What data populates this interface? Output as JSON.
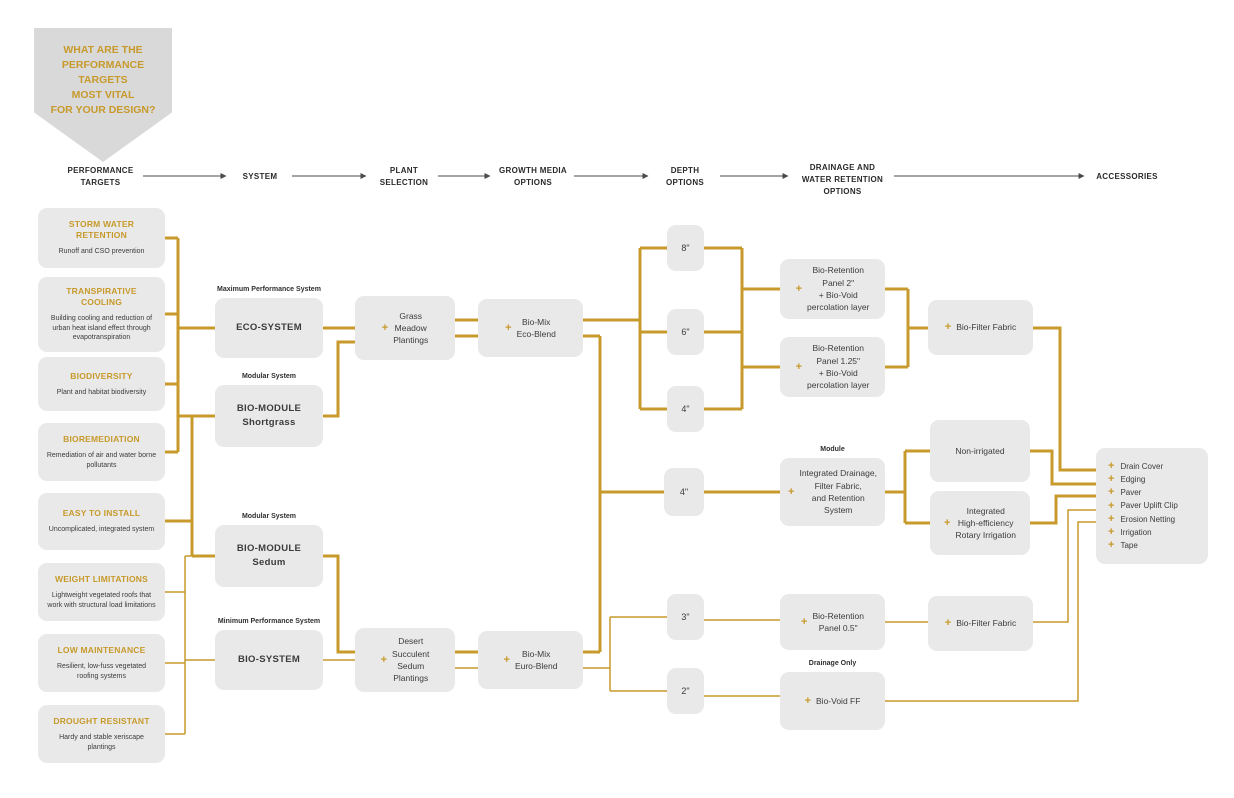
{
  "palette": {
    "gold": "#C79A2B",
    "box_gray": "#E9E9E9",
    "arrow_gray": "#D9D9D9",
    "text_dark": "#3C3C3C"
  },
  "plus_icon": "+",
  "intro": {
    "question": "WHAT ARE THE\nPERFORMANCE\nTARGETS\nMOST VITAL\nFOR YOUR DESIGN?"
  },
  "headers": {
    "performance": "PERFORMANCE\nTARGETS",
    "system": "SYSTEM",
    "plant": "PLANT\nSELECTION",
    "media": "GROWTH MEDIA\nOPTIONS",
    "depth": "DEPTH\nOPTIONS",
    "drainage": "DRAINAGE AND\nWATER RETENTION\nOPTIONS",
    "accessories": "ACCESSORIES"
  },
  "targets": [
    {
      "title": "STORM WATER\nRETENTION",
      "desc": "Runoff and CSO prevention"
    },
    {
      "title": "TRANSPIRATIVE\nCOOLING",
      "desc": "Building cooling and reduction of urban heat island effect through evapotranspiration"
    },
    {
      "title": "BIODIVERSITY",
      "desc": "Plant and habitat biodiversity"
    },
    {
      "title": "BIOREMEDIATION",
      "desc": "Remediation of air and water borne pollutants"
    },
    {
      "title": "EASY TO INSTALL",
      "desc": "Uncomplicated, integrated system"
    },
    {
      "title": "WEIGHT LIMITATIONS",
      "desc": "Lightweight vegetated roofs that work with structural load limitations"
    },
    {
      "title": "LOW MAINTENANCE",
      "desc": "Resilient, low-fuss vegetated roofing systems"
    },
    {
      "title": "DROUGHT RESISTANT",
      "desc": "Hardy and stable xeriscape plantings"
    }
  ],
  "systems": [
    {
      "tag": "Maximum Performance System",
      "name": "ECO-SYSTEM"
    },
    {
      "tag": "Modular System",
      "name": "BIO-MODULE\nShortgrass"
    },
    {
      "tag": "Modular System",
      "name": "BIO-MODULE\nSedum"
    },
    {
      "tag": "Minimum Performance System",
      "name": "BIO-SYSTEM"
    }
  ],
  "plants": [
    {
      "name": "Grass\nMeadow\nPlantings"
    },
    {
      "name": "Desert\nSucculent\nSedum\nPlantings"
    }
  ],
  "media": [
    {
      "name": "Bio-Mix\nEco-Blend"
    },
    {
      "name": "Bio-Mix\nEuro-Blend"
    }
  ],
  "depths": [
    "8\"",
    "6\"",
    "4\"",
    "4\"",
    "3\"",
    "2\""
  ],
  "drainage": [
    {
      "name": "Bio-Retention\nPanel 2\"\n+ Bio-Void\npercolation layer"
    },
    {
      "name": "Bio-Retention\nPanel 1.25\"\n+ Bio-Void\npercolation layer"
    },
    {
      "tag": "Module",
      "name": "Integrated Drainage,\nFilter Fabric,\nand Retention\nSystem"
    },
    {
      "name": "Bio-Retention\nPanel 0.5\""
    },
    {
      "tag": "Drainage Only",
      "name": "Bio-Void FF"
    }
  ],
  "irrigation": [
    {
      "name": "Non-irrigated"
    },
    {
      "name": "Integrated\nHigh-efficiency\nRotary Irrigation"
    }
  ],
  "fabric": {
    "name": "Bio-Filter Fabric"
  },
  "accessories": [
    "Drain Cover",
    "Edging",
    "Paver",
    "Paver Uplift Clip",
    "Erosion Netting",
    "Irrigation",
    "Tape"
  ]
}
